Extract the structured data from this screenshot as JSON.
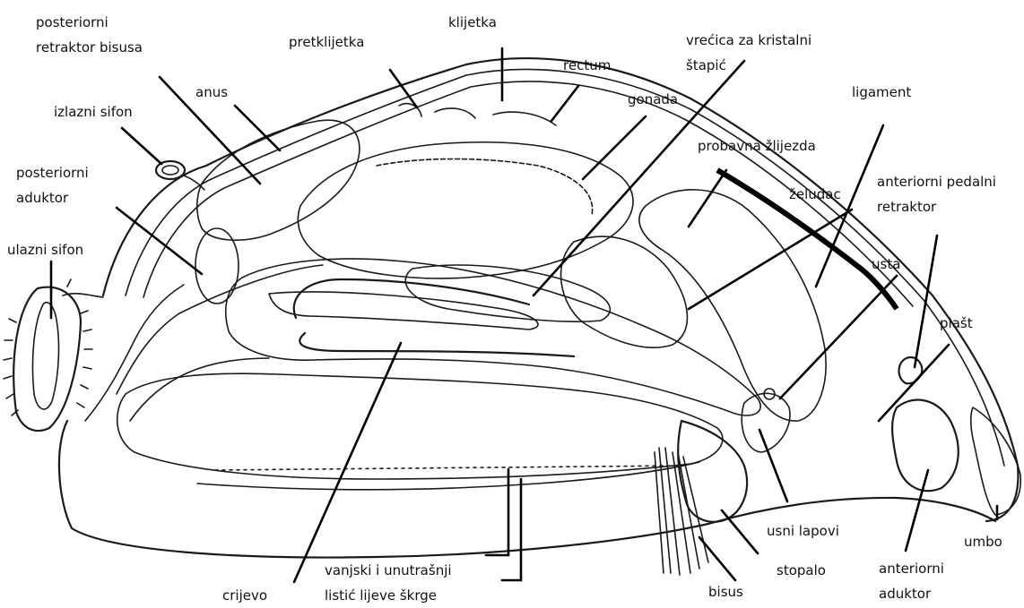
{
  "diagram": {
    "labels": {
      "posterior_byssus_retractor": [
        "posteriorni",
        "retraktor bisusa"
      ],
      "atrium": "pretklijetka",
      "ventricle": "klijetka",
      "rectum": "rectum",
      "crystalline_style_sac": [
        "vrećica za kristalni",
        "štapić"
      ],
      "anus": "anus",
      "gonad": "gonada",
      "ligament": "ligament",
      "exhalant_siphon": "izlazni sifon",
      "digestive_gland": "probavna žlijezda",
      "posterior_adductor": [
        "posteriorni",
        "aduktor"
      ],
      "stomach": "želudac",
      "anterior_pedal_retractor": [
        "anteriorni pedalni",
        "retraktor"
      ],
      "inhalant_siphon": "ulazni sifon",
      "mouth": "usta",
      "mantle": "plašt",
      "labial_palps": "usni lapovi",
      "umbo": "umbo",
      "intestine": "crijevo",
      "gill_lamellae": [
        "vanjski i unutrašnji",
        "listić lijeve škrge"
      ],
      "byssus": "bisus",
      "foot": "stopalo",
      "anterior_adductor": [
        "anteriorni",
        "aduktor"
      ]
    }
  }
}
